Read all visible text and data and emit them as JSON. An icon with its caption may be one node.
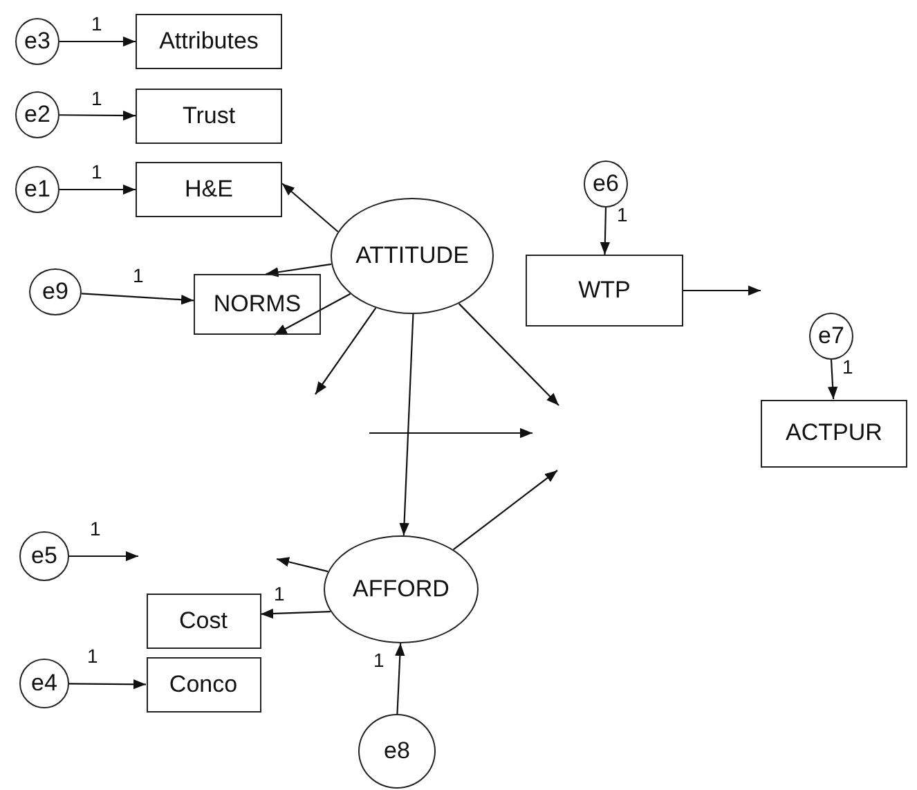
{
  "diagram": {
    "nodes": [
      {
        "text": [
          "e3"
        ]
      },
      {
        "text": [
          "Attributes"
        ]
      },
      {
        "text": [
          "e2"
        ]
      },
      {
        "text": [
          "Trust"
        ]
      },
      {
        "text": [
          "e1"
        ]
      },
      {
        "text": [
          "H&E"
        ]
      },
      {
        "text": [
          "ATTITUDE"
        ]
      },
      {
        "text": [
          "e9"
        ]
      },
      {
        "text": [
          "NORMS"
        ]
      },
      {
        "text": [
          "WTP"
        ]
      },
      {
        "text": [
          "e6"
        ]
      },
      {
        "text": [
          "e7"
        ]
      },
      {
        "text": [
          "ACTPUR"
        ]
      },
      {
        "text": [
          "e5"
        ]
      },
      {
        "text": [
          "Cost"
        ]
      },
      {
        "text": [
          "AFFORD"
        ]
      },
      {
        "text": [
          "e4"
        ]
      },
      {
        "text": [
          "Conco"
        ]
      },
      {
        "text": [
          "e8"
        ]
      }
    ],
    "edges": [
      {
        "from": 0,
        "to": 1,
        "arrow": "to",
        "label": "1"
      },
      {
        "from": 2,
        "to": 3,
        "arrow": "to",
        "label": "1"
      },
      {
        "from": 4,
        "to": 5,
        "arrow": "to",
        "label": "1"
      },
      {
        "from": 6,
        "to": 5,
        "arrow": "to"
      },
      {
        "from": 6,
        "to": 8,
        "arrow": "to"
      },
      {
        "from": 6,
        "to": 8,
        "arrow": "to"
      },
      {
        "from": 7,
        "to": 8,
        "arrow": "to",
        "label": "1"
      },
      {
        "from": 6,
        "to": null,
        "arrow": "to"
      },
      {
        "from": 6,
        "to": 15,
        "arrow": "to"
      },
      {
        "from": 6,
        "to": null,
        "arrow": "to"
      },
      {
        "from": 15,
        "to": null,
        "arrow": "to"
      },
      {
        "from": 10,
        "to": 9,
        "arrow": "to",
        "label": "1"
      },
      {
        "from": 9,
        "to": null,
        "arrow": "to"
      },
      {
        "from": 11,
        "to": 12,
        "arrow": "to",
        "label": "1"
      },
      {
        "from": 13,
        "to": null,
        "arrow": "to",
        "label": "1"
      },
      {
        "from": 15,
        "to": null,
        "arrow": "to"
      },
      {
        "from": 15,
        "to": 14,
        "arrow": "to",
        "label": "1"
      },
      {
        "from": 16,
        "to": 17,
        "arrow": "to",
        "label": "1"
      },
      {
        "from": 18,
        "to": 15,
        "arrow": "to",
        "label": "1"
      }
    ]
  }
}
